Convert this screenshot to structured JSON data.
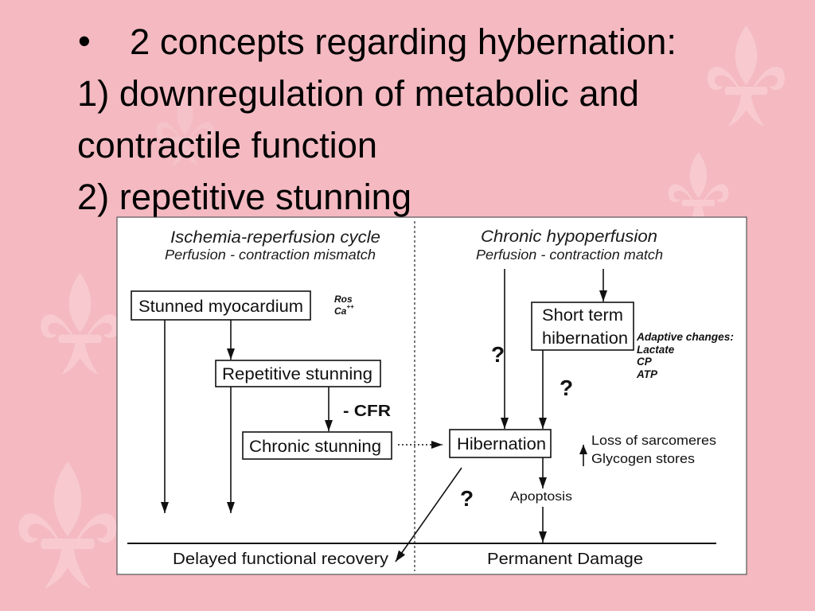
{
  "slide": {
    "bullet": "•",
    "lines": [
      "2 concepts regarding hybernation:",
      "1) downregulation of metabolic and",
      "contractile function",
      "2) repetitive stunning"
    ]
  },
  "diagram": {
    "left_column": {
      "title": "Ischemia-reperfusion cycle",
      "subtitle": "Perfusion - contraction mismatch"
    },
    "right_column": {
      "title": "Chronic hypoperfusion",
      "subtitle": "Perfusion - contraction match"
    },
    "nodes": {
      "stunned_myocardium": "Stunned myocardium",
      "repetitive_stunning": "Repetitive stunning",
      "chronic_stunning": "Chronic stunning",
      "short_term_hibernation": [
        "Short term",
        "hibernation"
      ],
      "hibernation": "Hibernation",
      "apoptosis": "Apoptosis"
    },
    "mediators": {
      "ros": "Ros",
      "ca": "Ca",
      "ca_superscript": "++"
    },
    "cfr_label": "- CFR",
    "adaptive_changes": {
      "heading": "Adaptive changes:",
      "items": [
        "Lactate",
        "CP",
        "ATP"
      ]
    },
    "hibernation_changes": [
      "Loss of sarcomeres",
      "Glycogen stores"
    ],
    "question_marks": [
      "?",
      "?",
      "?"
    ],
    "outcomes": {
      "left": "Delayed functional recovery",
      "right": "Permanent Damage"
    }
  },
  "decorations": {
    "watermark_icon": "fleur-de-lis-icon",
    "increase_indicator_icon": "up-arrow-icon"
  },
  "colors": {
    "slide_background": "#f4b9c1",
    "watermark": "#f8cad0",
    "figure_background": "#ffffff",
    "text": "#000000",
    "diagram_lines": "#111111"
  }
}
